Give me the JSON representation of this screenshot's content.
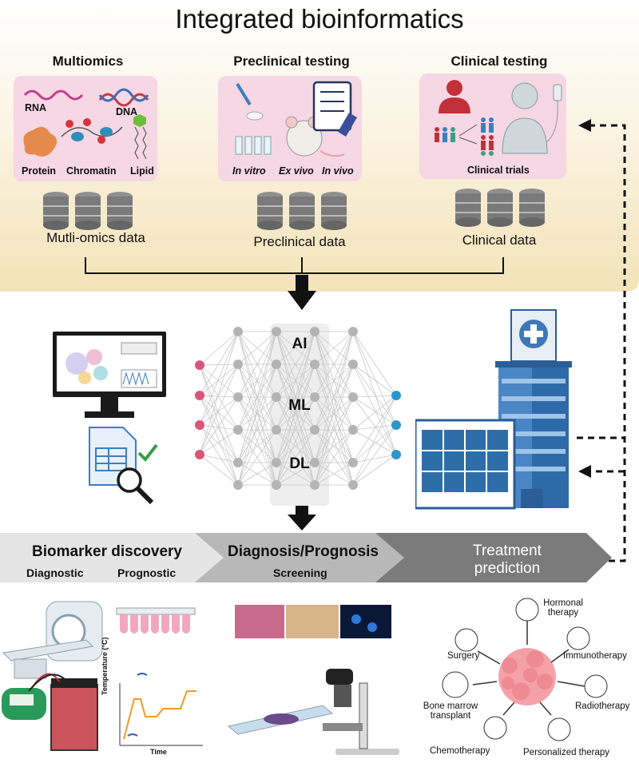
{
  "title": "Integrated bioinformatics",
  "sections": {
    "multiomics": {
      "title": "Multiomics",
      "labels": [
        "RNA",
        "DNA",
        "Protein",
        "Chromatin",
        "Lipid"
      ],
      "data_label": "Mutli-omics data"
    },
    "preclinical": {
      "title": "Preclinical testing",
      "labels": [
        "In vitro",
        "Ex vivo",
        "In vivo"
      ],
      "data_label": "Preclinical data"
    },
    "clinical": {
      "title": "Clinical testing",
      "labels": [
        "Clinical trials"
      ],
      "data_label": "Clinical data"
    }
  },
  "network": {
    "labels": [
      "AI",
      "ML",
      "DL"
    ]
  },
  "band": {
    "stage1": {
      "title": "Biomarker discovery",
      "sub1": "Diagnostic",
      "sub2": "Prognostic"
    },
    "stage2": {
      "title": "Diagnosis/Prognosis",
      "sub1": "Screening"
    },
    "stage3": {
      "title_line1": "Treatment",
      "title_line2": "prediction"
    }
  },
  "pcr_chart": {
    "ylabel": "Temperature (°C)",
    "xlabel": "Time"
  },
  "therapies": [
    "Hormonal therapy",
    "Surgery",
    "Immunotherapy",
    "Bone marrow transplant",
    "Radiotherapy",
    "Chemotherapy",
    "Personalized therapy"
  ],
  "colors": {
    "panel_bg": "#f3e3b8",
    "box_pink": "#f6d7e4",
    "input_node": "#d9567a",
    "output_node": "#2b97c9",
    "hidden_node": "#b4b4b4",
    "band1": "#e5e5e5",
    "band2": "#b8b8b8",
    "band3": "#7b7b7b",
    "hospital_blue": "#3e78b8"
  },
  "icons": [
    "database-icon",
    "rna-icon",
    "dna-icon",
    "protein-icon",
    "chromatin-icon",
    "lipid-icon",
    "pipette-icon",
    "mouse-icon",
    "clipboard-icon",
    "doctor-icon",
    "patient-icon",
    "monitor-icon",
    "spreadsheet-icon",
    "magnifier-icon",
    "hospital-icon",
    "ct-scanner-icon",
    "pcr-tubes-icon",
    "gel-box-icon",
    "microscope-icon",
    "tumor-icon"
  ]
}
